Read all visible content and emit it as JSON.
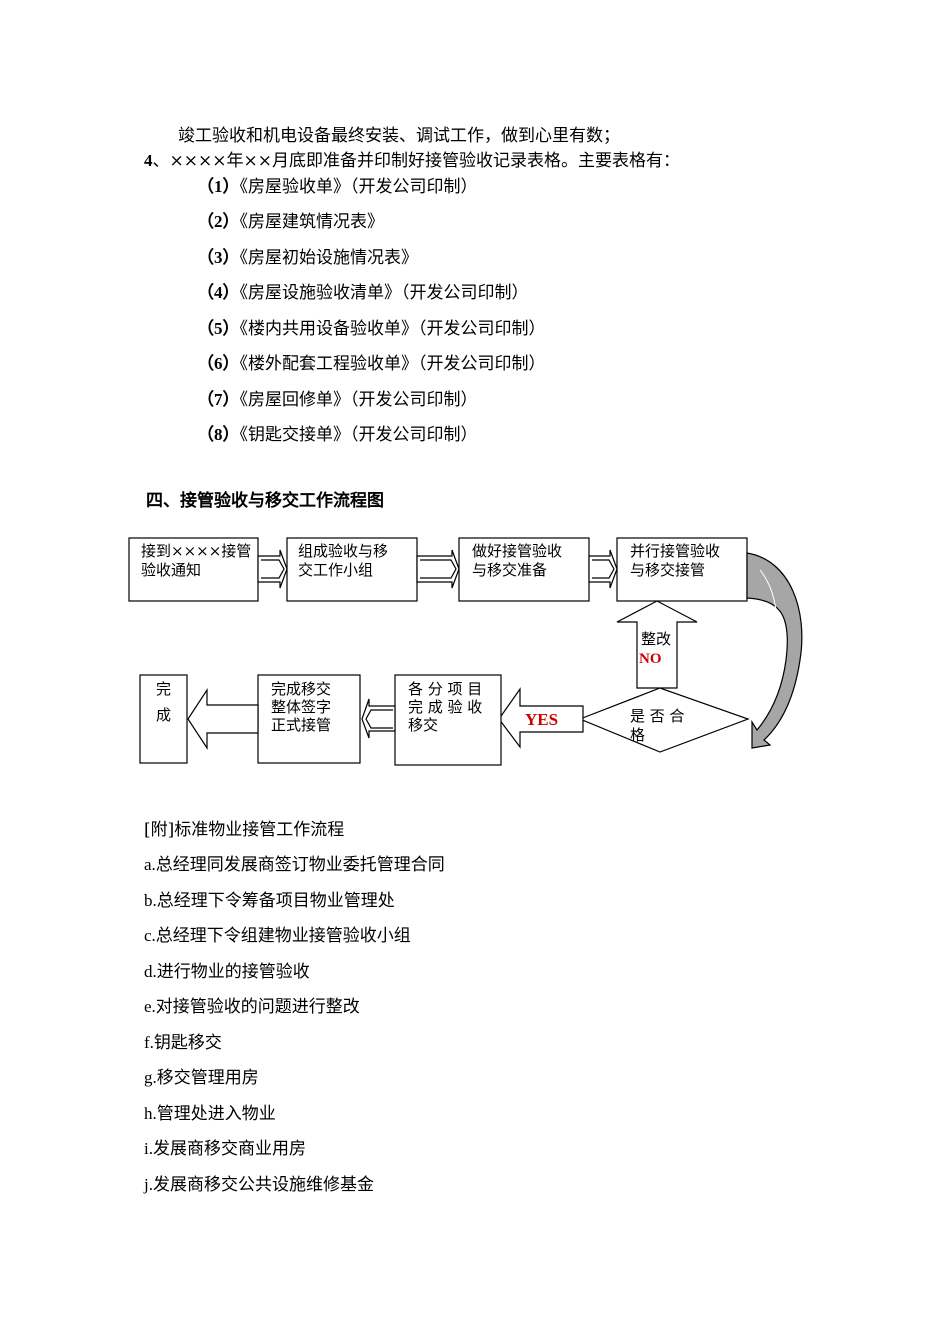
{
  "intro": {
    "line1": "竣工验收和机电设备最终安装、调试工作，做到心里有数；",
    "item4_num": "4",
    "item4_text": "、××××年××月底即准备并印制好接管验收记录表格。主要表格有：",
    "forms": [
      {
        "num": "（1）",
        "title": "《房屋验收单》",
        "note": "（开发公司印制）"
      },
      {
        "num": "（2）",
        "title": "《房屋建筑情况表》",
        "note": ""
      },
      {
        "num": "（3）",
        "title": "《房屋初始设施情况表》",
        "note": ""
      },
      {
        "num": "（4）",
        "title": "《房屋设施验收清单》",
        "note": "（开发公司印制）"
      },
      {
        "num": "（5）",
        "title": "《楼内共用设备验收单》",
        "note": "（开发公司印制）"
      },
      {
        "num": "（6）",
        "title": "《楼外配套工程验收单》",
        "note": "（开发公司印制）"
      },
      {
        "num": "（7）",
        "title": "《房屋回修单》",
        "note": "（开发公司印制）"
      },
      {
        "num": "（8）",
        "title": "《钥匙交接单》",
        "note": "（开发公司印制）"
      }
    ]
  },
  "section4": {
    "heading": "四、接管验收与移交工作流程图"
  },
  "flowchart": {
    "box1": [
      "接到××××接管",
      "验收通知"
    ],
    "box2": [
      "组成验收与移",
      "交工作小组"
    ],
    "box3": [
      "做好接管验收",
      "与移交准备"
    ],
    "box4": [
      "并行接管验收",
      "与移交接管"
    ],
    "decision": [
      "是 否 合",
      "格"
    ],
    "yes_label": "YES",
    "no_arrow": [
      "整改"
    ],
    "no_label": "NO",
    "box5": [
      "各 分 项 目",
      "完 成 验 收",
      "移交"
    ],
    "box6": [
      "完成移交",
      "整体签字",
      "正式接管"
    ],
    "box7": [
      "完",
      "成"
    ],
    "accent_red": "#cc0000",
    "curve_fill": "#a6a6a6"
  },
  "appendix": {
    "title": "[附]标准物业接管工作流程",
    "steps": [
      {
        "k": "a.",
        "t": "总经理同发展商签订物业委托管理合同"
      },
      {
        "k": "b.",
        "t": "总经理下令筹备项目物业管理处"
      },
      {
        "k": "c.",
        "t": "总经理下令组建物业接管验收小组"
      },
      {
        "k": "d.",
        "t": "进行物业的接管验收"
      },
      {
        "k": "e.",
        "t": "对接管验收的问题进行整改"
      },
      {
        "k": "f.",
        "t": "钥匙移交"
      },
      {
        "k": "g.",
        "t": "移交管理用房"
      },
      {
        "k": "h.",
        "t": "管理处进入物业"
      },
      {
        "k": "i.",
        "t": "发展商移交商业用房"
      },
      {
        "k": "j.",
        "t": "发展商移交公共设施维修基金"
      }
    ]
  }
}
